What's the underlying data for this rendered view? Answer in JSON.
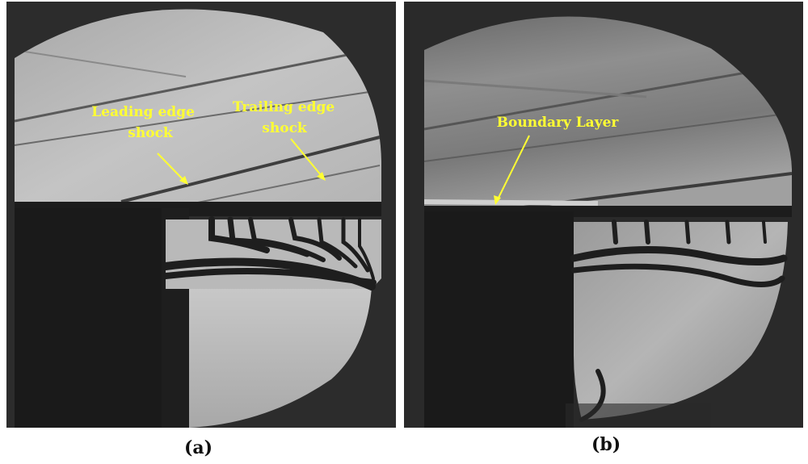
{
  "panels": [
    {
      "label": "(a)",
      "annotations": [
        {
          "lines": [
            "Leading edge",
            "shock"
          ]
        },
        {
          "lines": [
            "Trailing edge",
            "shock"
          ]
        }
      ]
    },
    {
      "label": "(b)",
      "annotations": [
        {
          "lines": [
            "Boundary Layer"
          ]
        }
      ]
    }
  ],
  "colors": {
    "annotation": "#ffff33",
    "frame_background": "#2b2b2b",
    "flow_field_a": "#b9b9b9",
    "flow_field_b": "#8a8a8a",
    "model_body": "#1a1a1a"
  }
}
